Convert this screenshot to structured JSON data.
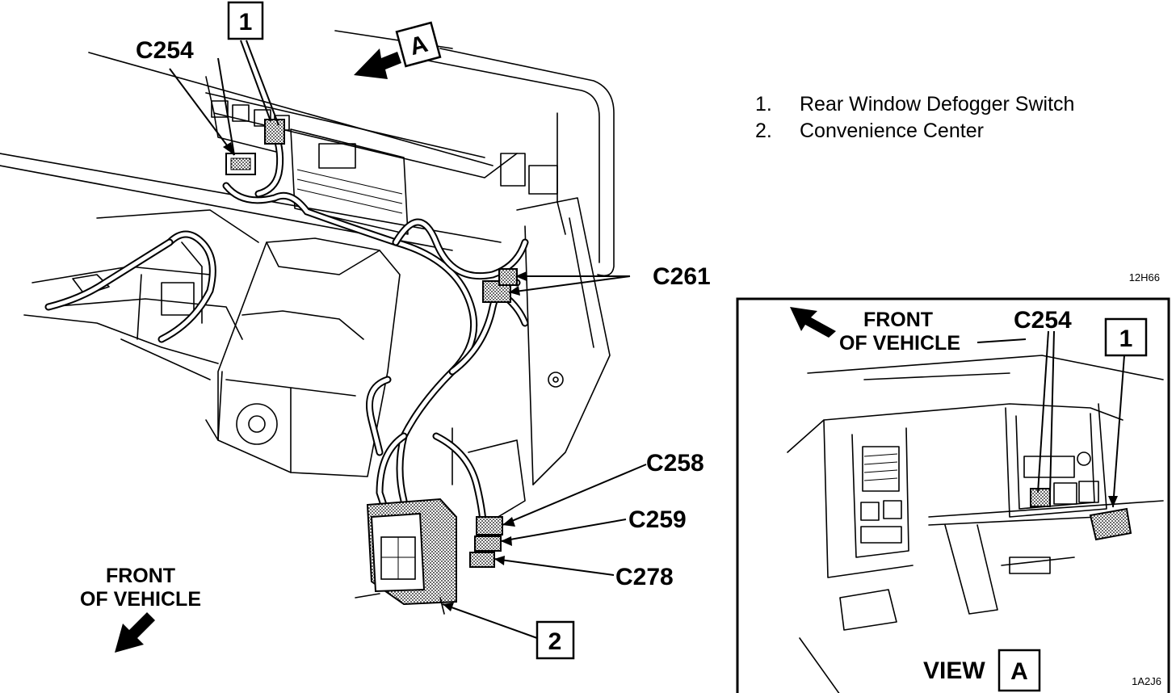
{
  "legend": [
    {
      "num": "1.",
      "text": "Rear Window Defogger Switch"
    },
    {
      "num": "2.",
      "text": "Convenience Center"
    }
  ],
  "callouts": {
    "c254": "C254",
    "c261": "C261",
    "c258": "C258",
    "c259": "C259",
    "c278": "C278",
    "item1": "1",
    "item2": "2",
    "view_a_box": "A"
  },
  "main": {
    "front_line1": "FRONT",
    "front_line2": "OF VEHICLE",
    "ref_code": "12H66"
  },
  "inset": {
    "front_line1": "FRONT",
    "front_line2": "OF VEHICLE",
    "c254": "C254",
    "item1": "1",
    "view_label": "VIEW",
    "view_box": "A",
    "ref_code": "1A2J6"
  }
}
